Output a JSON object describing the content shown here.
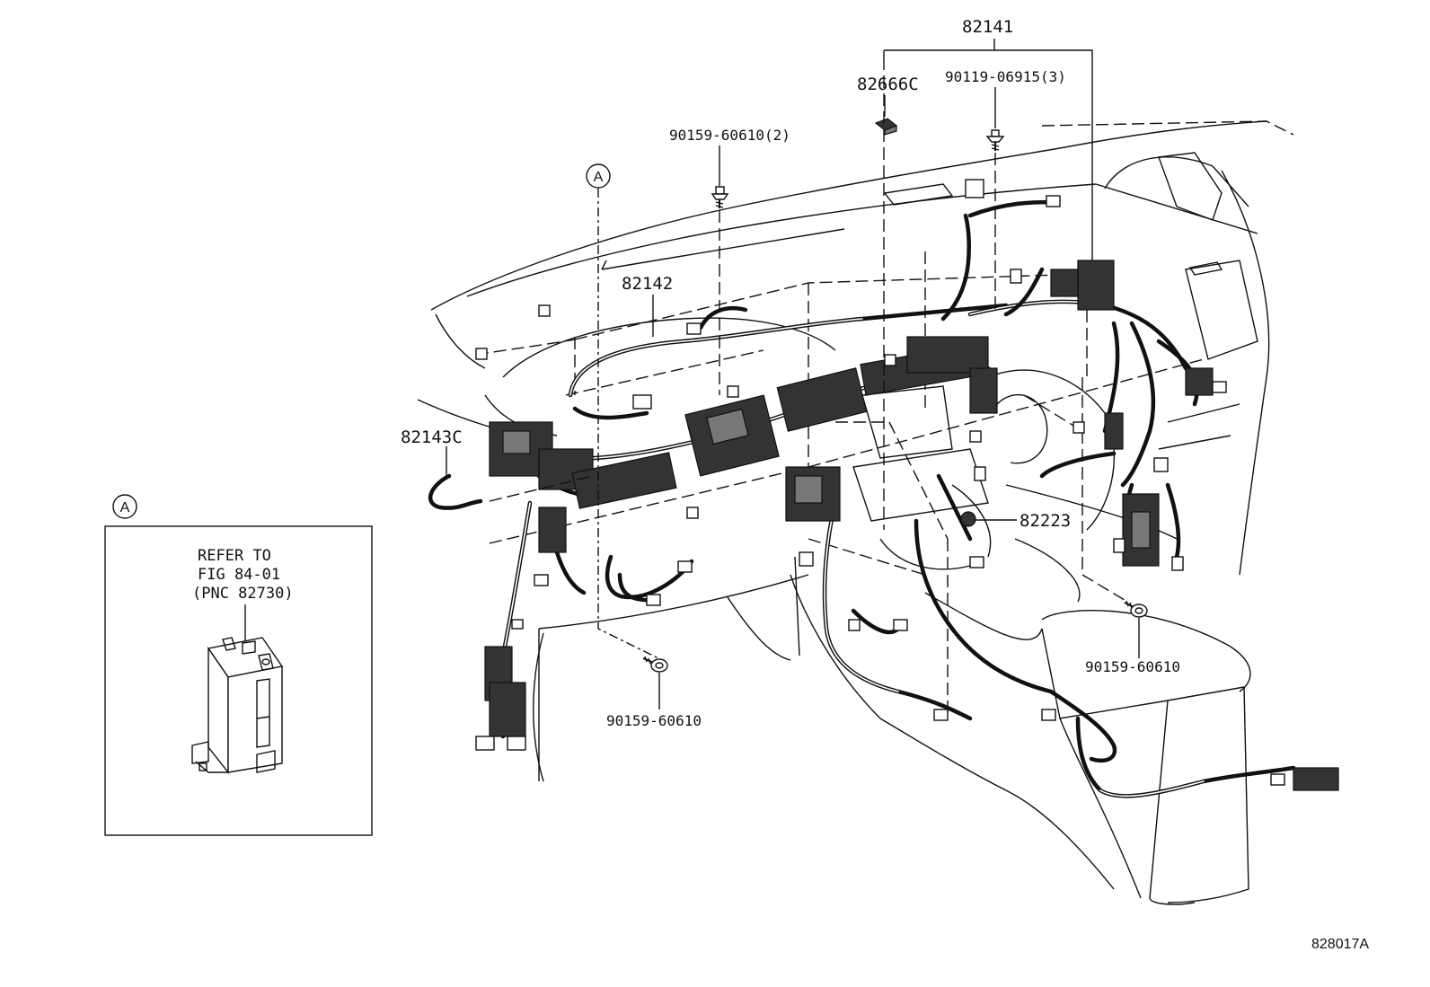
{
  "callouts": {
    "p82141": "82141",
    "p82666c": "82666C",
    "p90119": "90119-06915(3)",
    "p90159_2": "90159-60610(2)",
    "p82142": "82142",
    "p82143c": "82143C",
    "p82223": "82223",
    "p90159_lower": "90159-60610",
    "p90159_right": "90159-60610",
    "ref_a_top": "A",
    "ref_a_box": "A"
  },
  "inset": {
    "line1": "REFER TO",
    "line2": "FIG 84-01",
    "line3": "(PNC 82730)"
  },
  "figure_id": "828017A"
}
